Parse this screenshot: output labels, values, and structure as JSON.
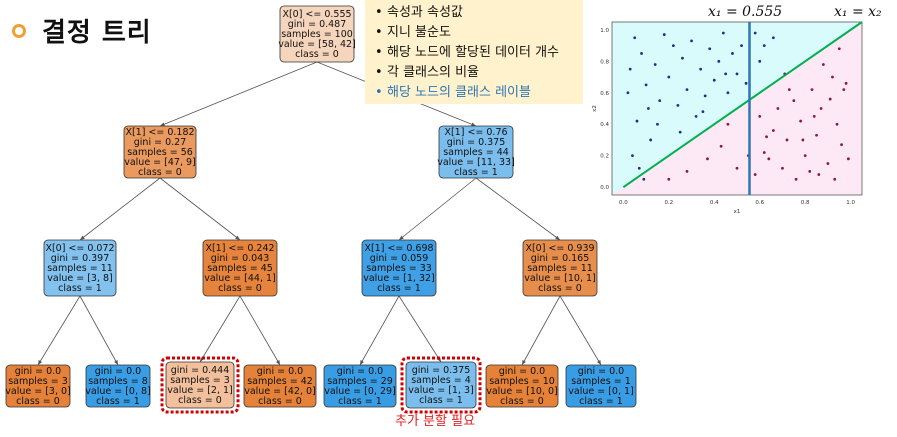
{
  "title": "결정 트리",
  "callout": {
    "items": [
      "속성과 속성값",
      "지니 불순도",
      "해당 노드에 할당된 데이터 개수",
      "각 클래스의 비율",
      "해당 노드의 클래스 레이블"
    ],
    "highlight_index": 4,
    "highlight_color": "#2e75b6",
    "background": "#fff2cc"
  },
  "formulas": {
    "split": "x₁ = 0.555",
    "diagonal": "x₁ = x₂"
  },
  "annotation": {
    "text": "추가 분할 필요",
    "color": "#e02020"
  },
  "colors": {
    "orange_dark": "#e58139",
    "orange_light": "#f6d5bd",
    "blue_dark": "#399de5",
    "blue_mid": "#7bbeee",
    "blue_light": "#a9d4f4",
    "orange_mid": "#eb9c63",
    "highlight_box": "#d00000"
  },
  "tree": {
    "nodes": [
      {
        "id": "root",
        "lines": [
          "X[0] <= 0.555",
          "gini = 0.487",
          "samples = 100",
          "value = [58, 42]",
          "class = 0"
        ],
        "fill": "#f6d5bd"
      },
      {
        "id": "l1",
        "lines": [
          "X[1] <= 0.182",
          "gini = 0.27",
          "samples = 56",
          "value = [47, 9]",
          "class = 0"
        ],
        "fill": "#ea995f"
      },
      {
        "id": "r1",
        "lines": [
          "X[1] <= 0.76",
          "gini = 0.375",
          "samples = 44",
          "value = [11, 33]",
          "class = 1"
        ],
        "fill": "#7bbeee"
      },
      {
        "id": "ll2",
        "lines": [
          "X[0] <= 0.072",
          "gini = 0.397",
          "samples = 11",
          "value = [3, 8]",
          "class = 1"
        ],
        "fill": "#83c2ef"
      },
      {
        "id": "lr2",
        "lines": [
          "X[1] <= 0.242",
          "gini = 0.043",
          "samples = 45",
          "value = [44, 1]",
          "class = 0"
        ],
        "fill": "#e6843d"
      },
      {
        "id": "rl2",
        "lines": [
          "X[1] <= 0.698",
          "gini = 0.059",
          "samples = 33",
          "value = [1, 32]",
          "class = 1"
        ],
        "fill": "#3fa0e6"
      },
      {
        "id": "rr2",
        "lines": [
          "X[0] <= 0.939",
          "gini = 0.165",
          "samples = 11",
          "value = [10, 1]",
          "class = 0"
        ],
        "fill": "#e88e4d"
      },
      {
        "id": "leaf1",
        "lines": [
          "gini = 0.0",
          "samples = 3",
          "value = [3, 0]",
          "class = 0"
        ],
        "fill": "#e58139"
      },
      {
        "id": "leaf2",
        "lines": [
          "gini = 0.0",
          "samples = 8",
          "value = [0, 8]",
          "class = 1"
        ],
        "fill": "#399de5"
      },
      {
        "id": "leaf3",
        "lines": [
          "gini = 0.444",
          "samples = 3",
          "value = [2, 1]",
          "class = 0"
        ],
        "fill": "#f2c09c",
        "highlight": true
      },
      {
        "id": "leaf4",
        "lines": [
          "gini = 0.0",
          "samples = 42",
          "value = [42, 0]",
          "class = 0"
        ],
        "fill": "#e58139"
      },
      {
        "id": "leaf5",
        "lines": [
          "gini = 0.0",
          "samples = 29",
          "value = [0, 29]",
          "class = 1"
        ],
        "fill": "#399de5"
      },
      {
        "id": "leaf6",
        "lines": [
          "gini = 0.375",
          "samples = 4",
          "value = [1, 3]",
          "class = 1"
        ],
        "fill": "#7bbeee",
        "highlight": true
      },
      {
        "id": "leaf7",
        "lines": [
          "gini = 0.0",
          "samples = 10",
          "value = [10, 0]",
          "class = 0"
        ],
        "fill": "#e58139"
      },
      {
        "id": "leaf8",
        "lines": [
          "gini = 0.0",
          "samples = 1",
          "value = [0, 1]",
          "class = 1"
        ],
        "fill": "#399de5"
      }
    ],
    "edges": [
      [
        "root",
        "l1"
      ],
      [
        "root",
        "r1"
      ],
      [
        "l1",
        "ll2"
      ],
      [
        "l1",
        "lr2"
      ],
      [
        "r1",
        "rl2"
      ],
      [
        "r1",
        "rr2"
      ],
      [
        "ll2",
        "leaf1"
      ],
      [
        "ll2",
        "leaf2"
      ],
      [
        "lr2",
        "leaf3"
      ],
      [
        "lr2",
        "leaf4"
      ],
      [
        "rl2",
        "leaf5"
      ],
      [
        "rl2",
        "leaf6"
      ],
      [
        "rr2",
        "leaf7"
      ],
      [
        "rr2",
        "leaf8"
      ]
    ]
  },
  "scatter": {
    "xlabel": "x1",
    "ylabel": "x2",
    "xlim": [
      -0.05,
      1.05
    ],
    "ylim": [
      -0.05,
      1.05
    ],
    "xticks": [
      "0.0",
      "0.2",
      "0.4",
      "0.6",
      "0.8",
      "1.0"
    ],
    "yticks": [
      "0.0",
      "0.2",
      "0.4",
      "0.6",
      "0.8",
      "1.0"
    ],
    "region_upper_color": "#d9fbfb",
    "region_lower_color": "#fde8f6",
    "split_x": 0.555,
    "split_color": "#2e75b6",
    "diagonal_color": "#00b050",
    "class0_color": "#8b1a3a",
    "class1_color": "#1f2f8f",
    "class0_points": [
      [
        0.58,
        0.08
      ],
      [
        0.62,
        0.22
      ],
      [
        0.66,
        0.36
      ],
      [
        0.7,
        0.12
      ],
      [
        0.72,
        0.3
      ],
      [
        0.76,
        0.05
      ],
      [
        0.78,
        0.42
      ],
      [
        0.8,
        0.2
      ],
      [
        0.83,
        0.62
      ],
      [
        0.85,
        0.33
      ],
      [
        0.87,
        0.5
      ],
      [
        0.9,
        0.15
      ],
      [
        0.92,
        0.7
      ],
      [
        0.94,
        0.4
      ],
      [
        0.96,
        0.27
      ],
      [
        0.97,
        0.62
      ],
      [
        0.88,
        0.78
      ],
      [
        0.82,
        0.1
      ],
      [
        0.75,
        0.55
      ],
      [
        0.6,
        0.45
      ],
      [
        0.64,
        0.18
      ],
      [
        0.68,
        0.5
      ],
      [
        0.91,
        0.56
      ],
      [
        0.95,
        0.88
      ],
      [
        0.86,
        0.08
      ],
      [
        0.79,
        0.3
      ],
      [
        0.73,
        0.62
      ],
      [
        0.63,
        0.32
      ],
      [
        0.99,
        0.18
      ],
      [
        0.93,
        0.05
      ],
      [
        0.37,
        0.18
      ],
      [
        0.43,
        0.26
      ],
      [
        0.5,
        0.12
      ],
      [
        0.46,
        0.4
      ],
      [
        0.2,
        0.05
      ],
      [
        0.28,
        0.1
      ],
      [
        0.55,
        0.2
      ],
      [
        0.98,
        0.66
      ],
      [
        0.84,
        0.45
      ],
      [
        0.71,
        0.72
      ]
    ],
    "class1_points": [
      [
        0.02,
        0.6
      ],
      [
        0.03,
        0.75
      ],
      [
        0.05,
        0.95
      ],
      [
        0.06,
        0.42
      ],
      [
        0.08,
        0.85
      ],
      [
        0.1,
        0.65
      ],
      [
        0.12,
        0.3
      ],
      [
        0.14,
        0.78
      ],
      [
        0.16,
        0.55
      ],
      [
        0.18,
        0.97
      ],
      [
        0.2,
        0.7
      ],
      [
        0.22,
        0.9
      ],
      [
        0.24,
        0.52
      ],
      [
        0.26,
        0.82
      ],
      [
        0.28,
        0.62
      ],
      [
        0.3,
        0.93
      ],
      [
        0.32,
        0.45
      ],
      [
        0.34,
        0.75
      ],
      [
        0.36,
        0.58
      ],
      [
        0.38,
        0.88
      ],
      [
        0.4,
        0.68
      ],
      [
        0.42,
        0.8
      ],
      [
        0.44,
        0.98
      ],
      [
        0.46,
        0.6
      ],
      [
        0.48,
        0.85
      ],
      [
        0.5,
        0.72
      ],
      [
        0.52,
        0.9
      ],
      [
        0.54,
        0.66
      ],
      [
        0.58,
        0.98
      ],
      [
        0.62,
        0.9
      ],
      [
        0.66,
        0.95
      ],
      [
        0.04,
        0.2
      ],
      [
        0.07,
        0.12
      ],
      [
        0.15,
        0.4
      ],
      [
        0.25,
        0.35
      ],
      [
        0.11,
        0.5
      ],
      [
        0.35,
        0.48
      ],
      [
        0.6,
        0.8
      ],
      [
        0.09,
        0.05
      ],
      [
        0.45,
        0.72
      ]
    ]
  }
}
